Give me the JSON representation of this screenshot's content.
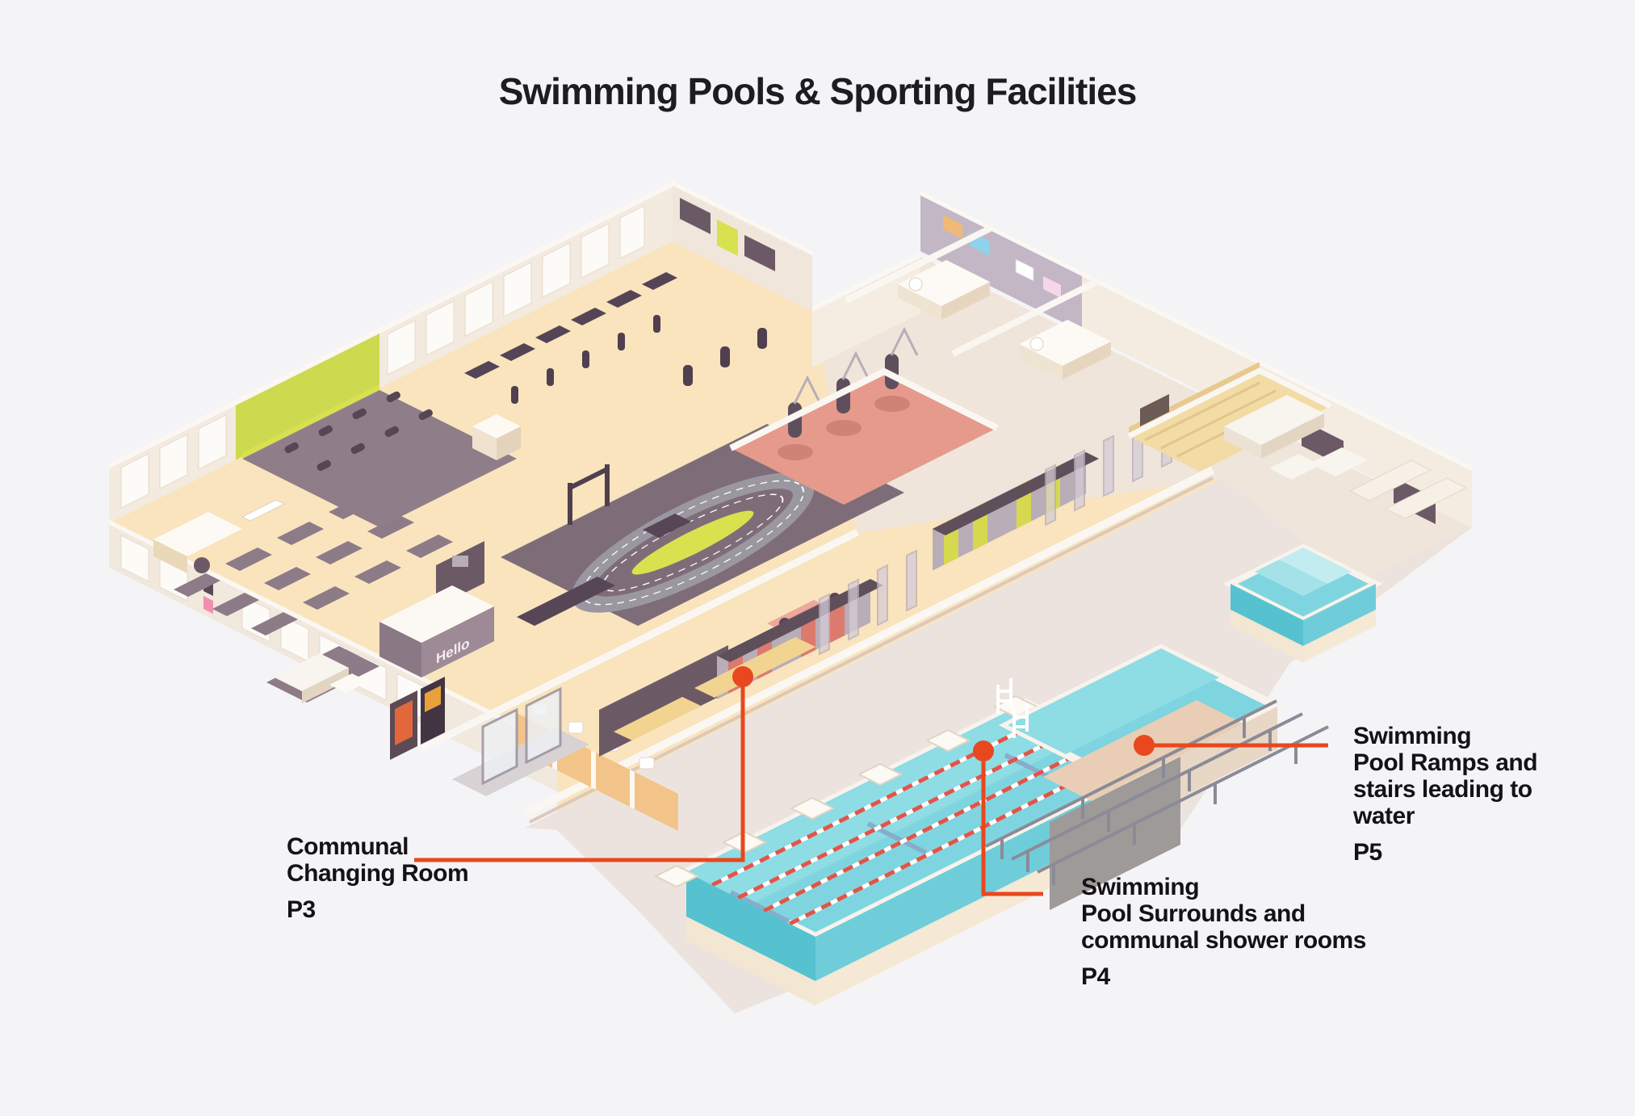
{
  "title": "Swimming Pools & Sporting Facilities",
  "callouts": [
    {
      "id": "p3",
      "text": "Communal\nChanging Room",
      "code": "P3"
    },
    {
      "id": "p4",
      "text": "Swimming\nPool Surrounds and\ncommunal shower rooms",
      "code": "P4"
    },
    {
      "id": "p5",
      "text": "Swimming\nPool Ramps and\nstairs leading to\nwater",
      "code": "P5"
    }
  ],
  "illustration": {
    "reception_sign": "Hello",
    "areas": [
      "gym cardio and weights hall with running track",
      "spin studio",
      "yoga mat area",
      "boxing bag zone",
      "communal changing room with lockers and showers",
      "massage rooms",
      "sauna",
      "lounge",
      "main lap pool with lane ropes and starting blocks",
      "ramp pool with handrails",
      "small steps pool"
    ]
  },
  "colors": {
    "background": "#f4f4f6",
    "accent_leader": "#e8481f",
    "title_text": "#1d1d1f",
    "label_text": "#141117",
    "pool_water": "#7fd5df",
    "pool_side": "#5ec6d4",
    "floor_cream": "#f9e4bd",
    "deck": "#ece3de",
    "dark_floor": "#7e6d79",
    "green_accent": "#cdd94f",
    "salmon_floor": "#e59a8b",
    "locker_red": "#dd7a6e",
    "locker_yellow": "#d6d94f",
    "wood": "#f2dba4",
    "lavender_wall": "#c3b7c6"
  }
}
